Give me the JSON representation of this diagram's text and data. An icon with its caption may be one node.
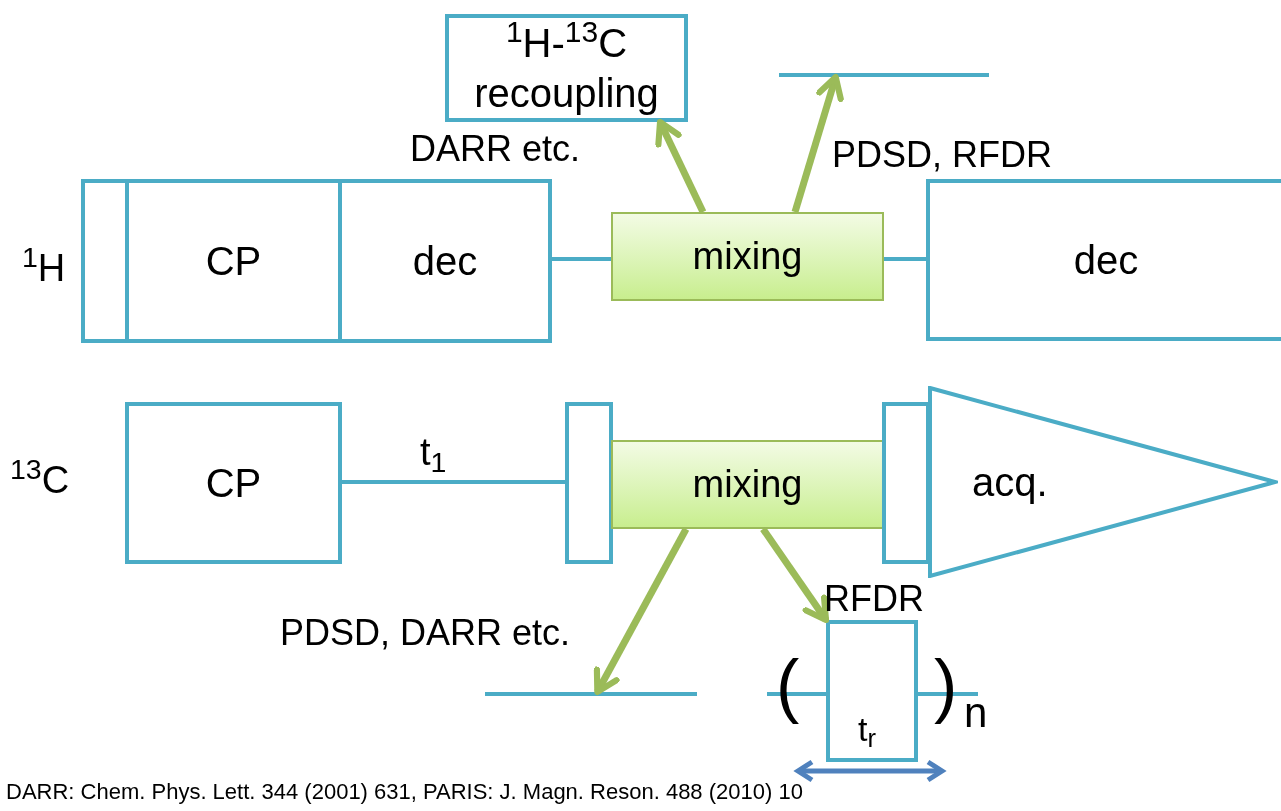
{
  "diagram": {
    "nodes": [
      {
        "text": [
          "$^{1}$H-$^{13}$C recoupling"
        ]
      },
      {
        "text": [],
        "shape": "bar"
      },
      {
        "text": [],
        "shape": "box"
      },
      {
        "text": [
          "CP"
        ]
      },
      {
        "text": [
          "dec"
        ]
      },
      {
        "text": [
          "mixing"
        ]
      },
      {
        "text": [
          "dec"
        ]
      },
      {
        "text": [
          "CP"
        ]
      },
      {
        "text": [],
        "shape": "box"
      },
      {
        "text": [
          "mixing"
        ]
      },
      {
        "text": [],
        "shape": "box"
      },
      {
        "text": [
          "acq."
        ]
      },
      {
        "text": [],
        "shape": "bar"
      },
      {
        "text": [],
        "shape": "box"
      }
    ],
    "edges": [
      {
        "from": 4,
        "to": 5,
        "arrow": "none",
        "color": "#4bacc6"
      },
      {
        "from": 5,
        "to": 6,
        "arrow": "none",
        "color": "#4bacc6"
      },
      {
        "from": 5,
        "to": 0,
        "arrow": "to"
      },
      {
        "from": 5,
        "to": 1,
        "arrow": "to"
      },
      {
        "from": 7,
        "to": 8,
        "arrow": "none",
        "color": "#4bacc6"
      },
      {
        "from": 9,
        "to": 12,
        "arrow": "to"
      },
      {
        "from": 9,
        "to": 13,
        "arrow": "to"
      }
    ],
    "labels": [
      "$^{1}$H",
      "DARR etc.",
      "PDSD, RFDR",
      "$^{13}$C",
      "t$_{1}$",
      "PDSD, DARR etc.",
      "RFDR",
      "(",
      ")",
      "n",
      "t$_{r}$",
      "DARR: Chem. Phys. Lett. 344 (2001) 631, PARIS: J. Magn. Reson. 488 (2010) 10"
    ]
  }
}
